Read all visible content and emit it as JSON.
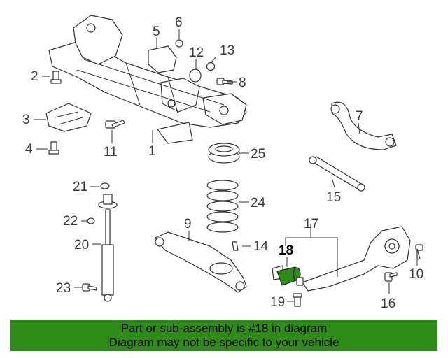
{
  "highlight_color": "#2e8b17",
  "banner": {
    "line1": "Part or sub-assembly is #18 in diagram",
    "line2": "Diagram may not be specific to your vehicle"
  },
  "callouts": {
    "c1": "1",
    "c2": "2",
    "c3": "3",
    "c4": "4",
    "c5": "5",
    "c6": "6",
    "c7": "7",
    "c8": "8",
    "c9": "9",
    "c10": "10",
    "c11": "11",
    "c12": "12",
    "c13": "13",
    "c14": "14",
    "c15": "15",
    "c16": "16",
    "c17": "17",
    "c18": "18",
    "c19": "19",
    "c20": "20",
    "c21": "21",
    "c22": "22",
    "c23": "23",
    "c24": "24",
    "c25": "25"
  }
}
